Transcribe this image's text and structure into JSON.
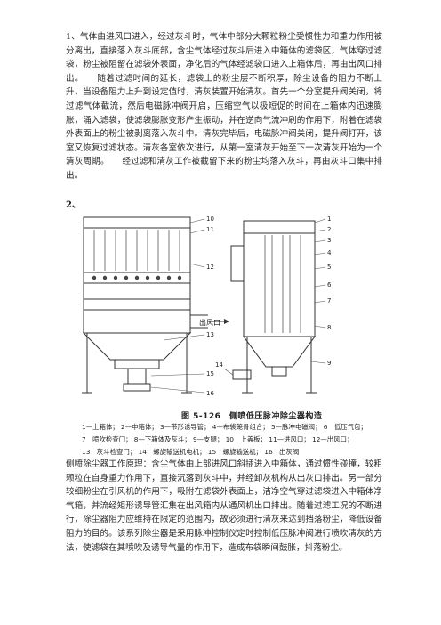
{
  "paragraph_1": "1、气体由进风口进入，经过灰斗时，气体中部分大颗粒粉尘受惯性力和重力作用被分离出，直接落入灰斗底部，含尘气体经过灰斗后进入中箱体的滤袋区，气体穿过滤袋，粉尘被阻留在滤袋外表面，净化后的气体经滤袋口进入上箱体后，再由出风口排出。　　随着过滤时间的延长，滤袋上的粉尘层不断积厚，除尘设备的阻力不断上升，当设备阻力上升到设定值时，清灰装置开始清灰。首先一个分室提升阀关闭，将过滤气体截流，然后电磁脉冲阀开启，压缩空气以极短促的时间在上箱体内迅速膨胀，涌入滤袋，使滤袋膨胀变形产生振动，并在逆向气流冲刷的作用下，附着在滤袋外表面上的粉尘被剥离落入灰斗中。清灰完毕后，电磁脉冲阀关闭，提升阀打开，该室又恢复过滤状态。清灰各室依次进行，从第一室清灰开始至下一次清灰开始为一个清灰周期。　　经过滤和清灰工作被截留下来的粉尘均落入灰斗，再由灰斗口集中排出。",
  "section_2": "2、",
  "figure": {
    "outlet_label": "出风口",
    "left_numbers": [
      "10",
      "11",
      "12",
      "13",
      "15",
      "16"
    ],
    "right_numbers": [
      "1",
      "2",
      "3",
      "4",
      "5",
      "6",
      "7",
      "8",
      "9",
      "14"
    ]
  },
  "caption": {
    "title": "图 5-126　侧喷低压脉冲除尘器构造",
    "line_1": "1—上箱体；  2—中箱体；  3—带形诱导管；  4—布袋笼骨组合；  5—脉冲电磁阀；  6　低压气包；",
    "line_2": "7　喷吹检查门；  8—下箱体及灰斗；  9—支腿；  10　上盖板；  11—进风口；  12—出风口；",
    "line_3": "13　灰斗检查门；  14　螺旋输送机电机；  15　螺旋输送机；  16　出灰阀"
  },
  "paragraph_3": "侧喷除尘器工作原理：含尘气体由上部进风口斜插进入中箱体，通过惯性碰撞，较粗颗粒在自身重力作用下，直接沉落到灰斗中，并经卸灰机构从出灰口排出。另一部分较细粉尘在引风机的作用下，吸附在滤袋外表面上，洁净空气穿过滤袋进入中箱体净气箱，并流经矩形诱导管汇集在出风箱内从通风机出口排出。随着过滤工况的不断进行，除尘器阻力应维持在限定的范围内，故必须进行清灰来达到挡落粉尘，降低设备阻力的目的。该系列除尘器是采用脉冲控制仪定时控制低压脉冲阀进行喷吹清灰的方法，使滤袋在其喷吹及诱导气量的作用下，造成布袋瞬间鼓胀，抖落粉尘。"
}
